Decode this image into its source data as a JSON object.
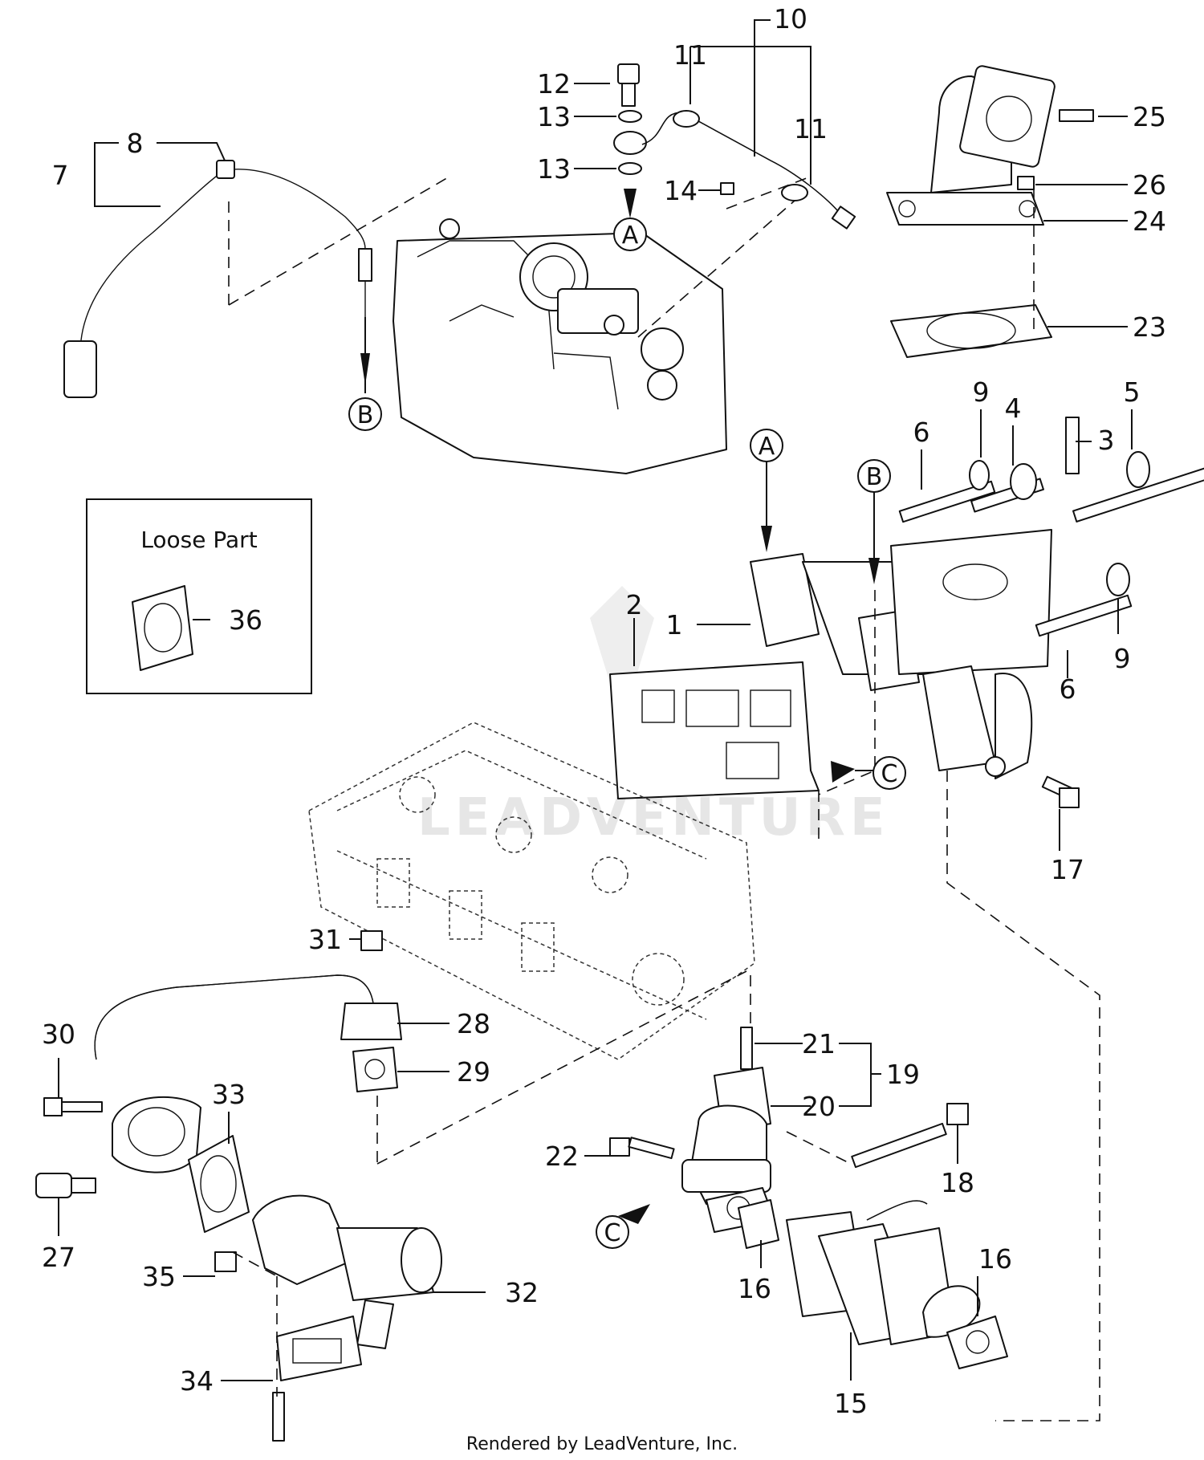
{
  "diagram": {
    "callouts": {
      "c1": "1",
      "c2": "2",
      "c3": "3",
      "c4": "4",
      "c5": "5",
      "c6a": "6",
      "c6b": "6",
      "c7": "7",
      "c8": "8",
      "c9a": "9",
      "c9b": "9",
      "c10": "10",
      "c11a": "11",
      "c11b": "11",
      "c12": "12",
      "c13a": "13",
      "c13b": "13",
      "c14": "14",
      "c15": "15",
      "c16a": "16",
      "c16b": "16",
      "c17": "17",
      "c18": "18",
      "c19": "19",
      "c20": "20",
      "c21": "21",
      "c22": "22",
      "c23": "23",
      "c24": "24",
      "c25": "25",
      "c26": "26",
      "c27": "27",
      "c28": "28",
      "c29": "29",
      "c30": "30",
      "c31": "31",
      "c32": "32",
      "c33": "33",
      "c34": "34",
      "c35": "35",
      "c36": "36"
    },
    "references": {
      "a_top": "A",
      "b_top": "B",
      "a_manifold": "A",
      "b_manifold": "B",
      "c_manifold": "C",
      "c_egr": "C"
    },
    "loose_part": {
      "title": "Loose Part"
    },
    "watermark": "LEADVENTURE",
    "footer": "Rendered by LeadVenture, Inc."
  }
}
